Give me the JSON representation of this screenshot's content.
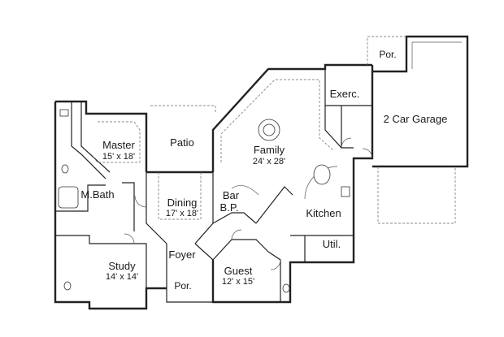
{
  "rooms": {
    "master": {
      "name": "Master",
      "size": "15' x 18'"
    },
    "patio": {
      "name": "Patio"
    },
    "family": {
      "name": "Family",
      "size": "24' x 28'"
    },
    "exercise": {
      "name": "Exerc."
    },
    "garage": {
      "name": "2 Car Garage"
    },
    "porch_garage": {
      "name": "Por."
    },
    "master_bath": {
      "name": "M.Bath"
    },
    "dining": {
      "name": "Dining",
      "size": "17' x 18'"
    },
    "bar": {
      "name": "Bar"
    },
    "butler_pantry": {
      "name": "B.P."
    },
    "kitchen": {
      "name": "Kitchen"
    },
    "utility": {
      "name": "Util."
    },
    "study": {
      "name": "Study",
      "size": "14' x 14'"
    },
    "foyer": {
      "name": "Foyer"
    },
    "guest": {
      "name": "Guest",
      "size": "12' x 15'"
    },
    "porch_entry": {
      "name": "Por."
    }
  }
}
